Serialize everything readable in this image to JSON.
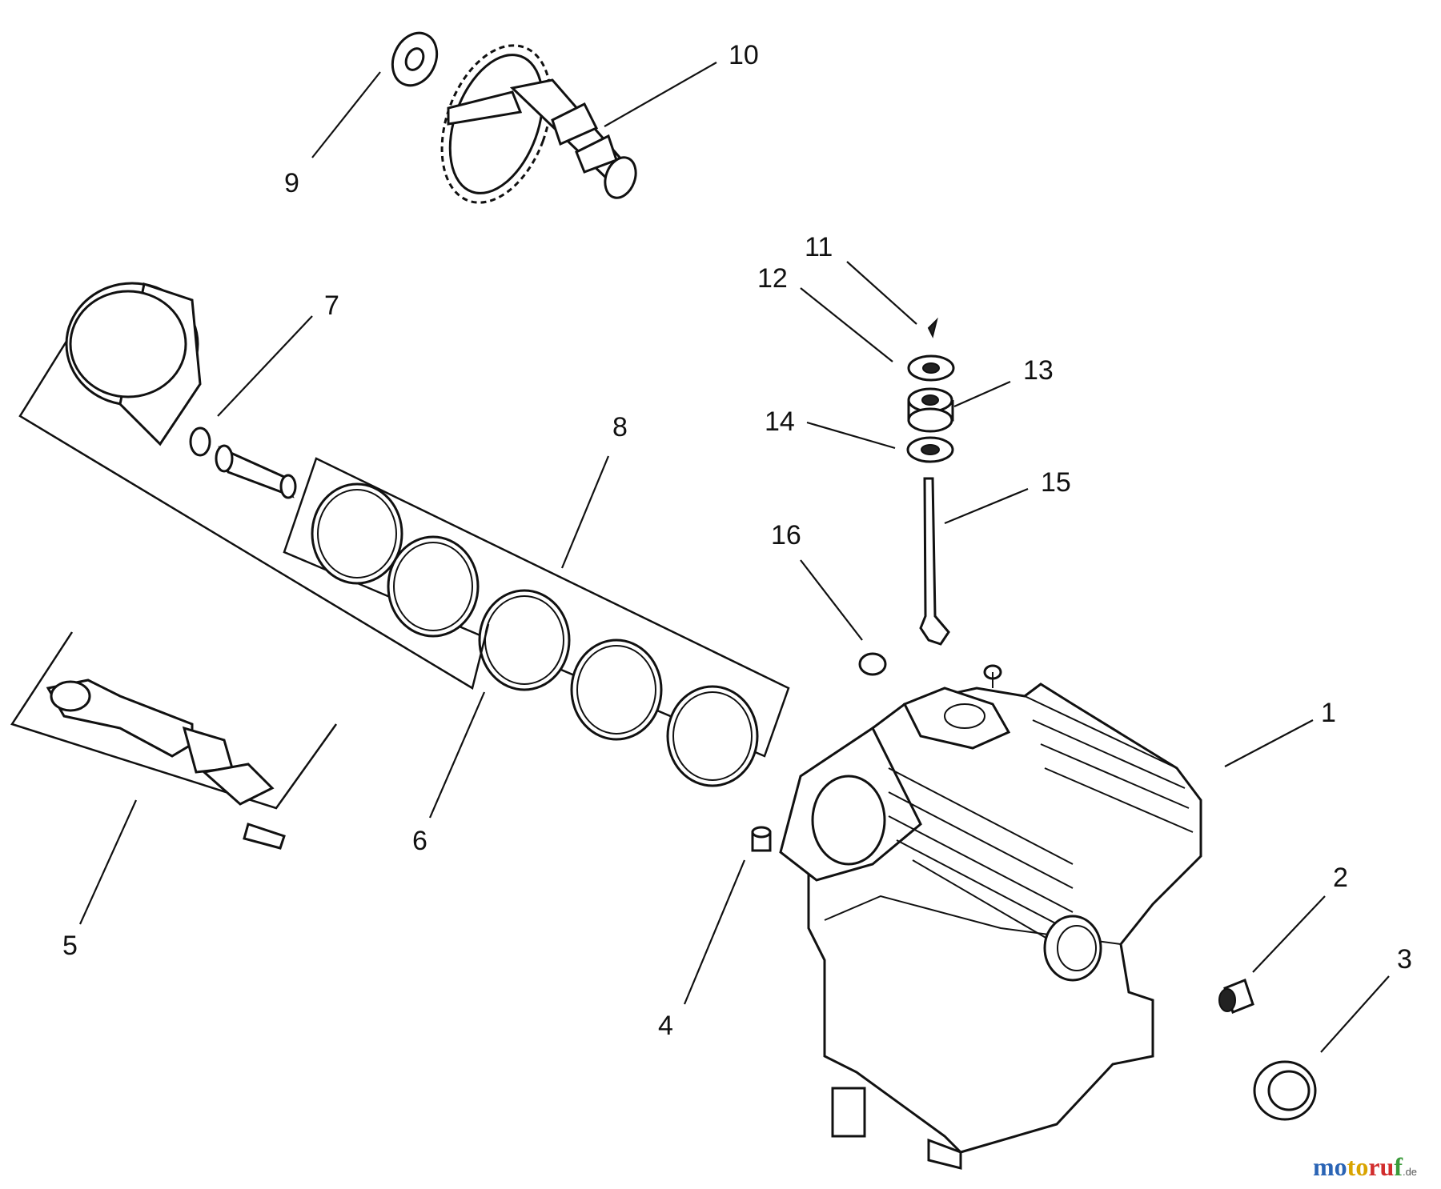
{
  "diagram": {
    "callouts": [
      "1",
      "2",
      "3",
      "4",
      "5",
      "6",
      "7",
      "8",
      "9",
      "10",
      "11",
      "12",
      "13",
      "14",
      "15",
      "16"
    ]
  },
  "watermark": {
    "parts": [
      "mo",
      "to",
      "ru",
      "f"
    ],
    "tld": ".de"
  }
}
